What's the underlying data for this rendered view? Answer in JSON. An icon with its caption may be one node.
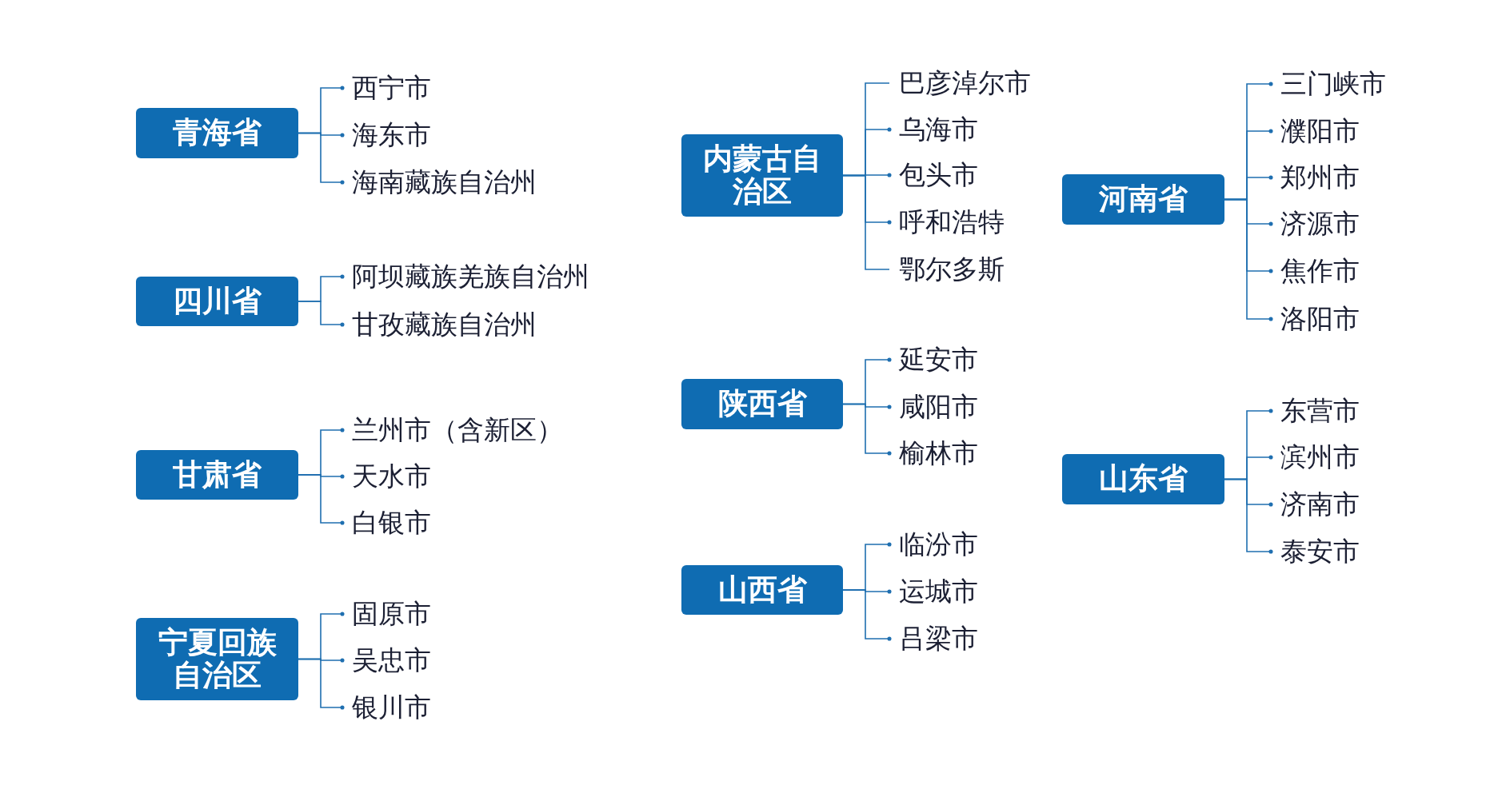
{
  "diagram": {
    "nodes": [
      {
        "text": [
          "青海省"
        ]
      },
      {
        "text": [
          "西宁市"
        ]
      },
      {
        "text": [
          "海东市"
        ]
      },
      {
        "text": [
          "海南藏族自治州"
        ]
      },
      {
        "text": [
          "四川省"
        ]
      },
      {
        "text": [
          "阿坝藏族羌族自治州"
        ]
      },
      {
        "text": [
          "甘孜藏族自治州"
        ]
      },
      {
        "text": [
          "甘肃省"
        ]
      },
      {
        "text": [
          "兰州市（含新区）"
        ]
      },
      {
        "text": [
          "天水市"
        ]
      },
      {
        "text": [
          "白银市"
        ]
      },
      {
        "text": [
          "宁夏回族自治区"
        ]
      },
      {
        "text": [
          "固原市"
        ]
      },
      {
        "text": [
          "吴忠市"
        ]
      },
      {
        "text": [
          "银川市"
        ]
      },
      {
        "text": [
          "内蒙古自治区"
        ]
      },
      {
        "text": [
          "巴彦淖尔市"
        ]
      },
      {
        "text": [
          "乌海市"
        ]
      },
      {
        "text": [
          "包头市"
        ]
      },
      {
        "text": [
          "呼和浩特"
        ]
      },
      {
        "text": [
          "鄂尔多斯"
        ]
      },
      {
        "text": [
          "陕西省"
        ]
      },
      {
        "text": [
          "延安市"
        ]
      },
      {
        "text": [
          "咸阳市"
        ]
      },
      {
        "text": [
          "榆林市"
        ]
      },
      {
        "text": [
          "山西省"
        ]
      },
      {
        "text": [
          "临汾市"
        ]
      },
      {
        "text": [
          "运城市"
        ]
      },
      {
        "text": [
          "吕梁市"
        ]
      },
      {
        "text": [
          "河南省"
        ]
      },
      {
        "text": [
          "三门峡市"
        ]
      },
      {
        "text": [
          "濮阳市"
        ]
      },
      {
        "text": [
          "郑州市"
        ]
      },
      {
        "text": [
          "济源市"
        ]
      },
      {
        "text": [
          "焦作市"
        ]
      },
      {
        "text": [
          "洛阳市"
        ]
      },
      {
        "text": [
          "山东省"
        ]
      },
      {
        "text": [
          "东营市"
        ]
      },
      {
        "text": [
          "滨州市"
        ]
      },
      {
        "text": [
          "济南市"
        ]
      },
      {
        "text": [
          "泰安市"
        ]
      }
    ],
    "edges": [
      {
        "from": 0,
        "to": 1,
        "arrow": "other"
      },
      {
        "from": 0,
        "to": 2,
        "arrow": "other"
      },
      {
        "from": 0,
        "to": 3,
        "arrow": "other"
      },
      {
        "from": 4,
        "to": 5,
        "arrow": "other"
      },
      {
        "from": 4,
        "to": 6,
        "arrow": "other"
      },
      {
        "from": 7,
        "to": 8,
        "arrow": "other"
      },
      {
        "from": 7,
        "to": 9,
        "arrow": "other"
      },
      {
        "from": 7,
        "to": 10,
        "arrow": "other"
      },
      {
        "from": 11,
        "to": 12,
        "arrow": "other"
      },
      {
        "from": 11,
        "to": 13,
        "arrow": "other"
      },
      {
        "from": 11,
        "to": 14,
        "arrow": "other"
      },
      {
        "from": 15,
        "to": 16,
        "arrow": "none"
      },
      {
        "from": 15,
        "to": 17,
        "arrow": "other"
      },
      {
        "from": 15,
        "to": 18,
        "arrow": "other"
      },
      {
        "from": 15,
        "to": 19,
        "arrow": "other"
      },
      {
        "from": 15,
        "to": 20,
        "arrow": "none"
      },
      {
        "from": 21,
        "to": 22,
        "arrow": "other"
      },
      {
        "from": 21,
        "to": 23,
        "arrow": "other"
      },
      {
        "from": 21,
        "to": 24,
        "arrow": "other"
      },
      {
        "from": 25,
        "to": 26,
        "arrow": "other"
      },
      {
        "from": 25,
        "to": 27,
        "arrow": "other"
      },
      {
        "from": 25,
        "to": 28,
        "arrow": "other"
      },
      {
        "from": 29,
        "to": 30,
        "arrow": "other"
      },
      {
        "from": 29,
        "to": 31,
        "arrow": "other"
      },
      {
        "from": 29,
        "to": 32,
        "arrow": "other"
      },
      {
        "from": 29,
        "to": 33,
        "arrow": "other"
      },
      {
        "from": 29,
        "to": 34,
        "arrow": "other"
      },
      {
        "from": 29,
        "to": 35,
        "arrow": "other"
      },
      {
        "from": 36,
        "to": 37,
        "arrow": "other"
      },
      {
        "from": 36,
        "to": 38,
        "arrow": "other"
      },
      {
        "from": 36,
        "to": 39,
        "arrow": "other"
      },
      {
        "from": 36,
        "to": 40,
        "arrow": "other"
      }
    ]
  }
}
